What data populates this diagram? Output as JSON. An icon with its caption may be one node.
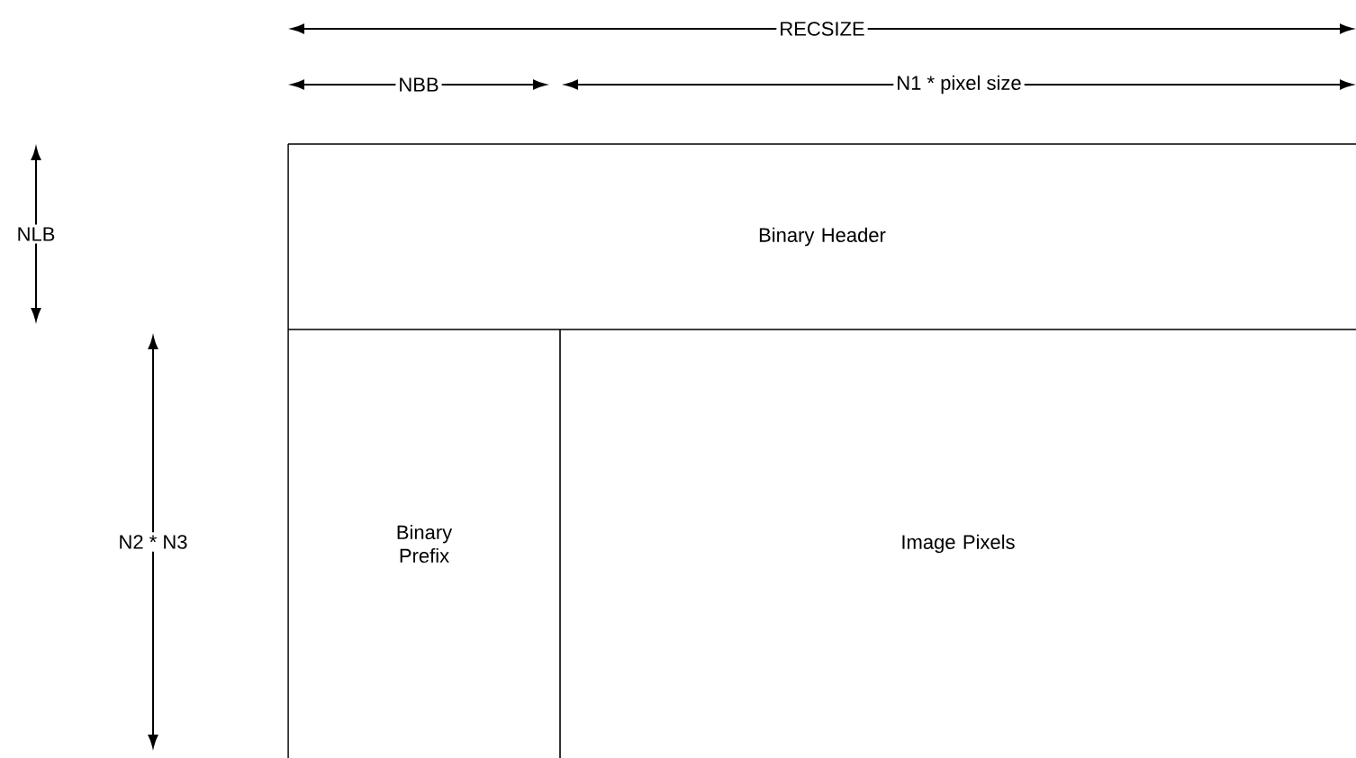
{
  "diagram": {
    "nodes": [
      {
        "text": [
          "Binary Header"
        ]
      },
      {
        "text": [
          "Binary Prefix"
        ]
      },
      {
        "text": [
          "Image Pixels"
        ]
      }
    ],
    "labels": [
      "RECSIZE",
      "NBB",
      "N1 * pixel size",
      "NLB",
      "N2 * N3"
    ]
  }
}
